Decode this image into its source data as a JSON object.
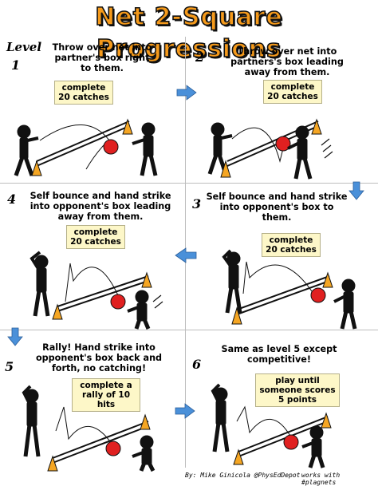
{
  "title": "Net 2-Square Progressions",
  "level_word": "Level",
  "panels": [
    {
      "number": "1",
      "instruction": "Throw over net into partner's box right to them.",
      "goal": "complete 20 catches"
    },
    {
      "number": "2",
      "instruction": "Throw over net into partners's box leading away from them.",
      "goal": "complete 20 catches"
    },
    {
      "number": "3",
      "instruction": "Self bounce and hand strike into opponent's box to them.",
      "goal": "complete 20 catches"
    },
    {
      "number": "4",
      "instruction": "Self bounce and hand strike into opponent's box leading away from them.",
      "goal": "complete 20 catches"
    },
    {
      "number": "5",
      "instruction": "Rally! Hand strike into opponent's box back and forth, no catching!",
      "goal": "complete a rally of 10 hits"
    },
    {
      "number": "6",
      "instruction": "Same as level 5 except competitive!",
      "goal": "play until someone scores 5 points"
    }
  ],
  "footer": {
    "credit": "By: Mike Ginicola @PhysEdDepot",
    "note": "works with #plagnets"
  },
  "colors": {
    "accent": "#f59a1b",
    "arrow": "#4a90d9",
    "ball": "#e02020",
    "cone": "#f5a623",
    "goal_box": "#fdf7c8"
  },
  "icons": [
    "right-arrow-icon",
    "down-arrow-icon",
    "left-arrow-icon"
  ]
}
